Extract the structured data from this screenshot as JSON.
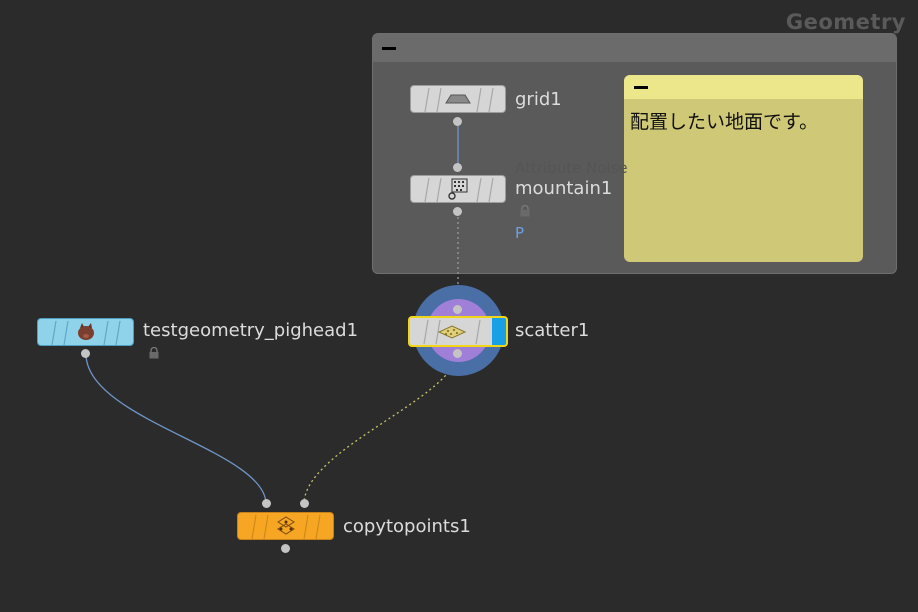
{
  "context_label": "Geometry",
  "network_box": {
    "collapsed": false
  },
  "sticky_note": {
    "text": "配置したい地面です。",
    "color": "#ece78b"
  },
  "nodes": {
    "grid": {
      "name": "grid1",
      "icon": "grid-plane-icon"
    },
    "mountain": {
      "name": "mountain1",
      "comment": "Attribute Noise",
      "flag": "P",
      "icon": "noise-icon",
      "locked": true
    },
    "scatter": {
      "name": "scatter1",
      "icon": "scatter-icon",
      "selected": true,
      "display_flag": true
    },
    "pighead": {
      "name": "testgeometry_pighead1",
      "icon": "pighead-icon",
      "locked": true
    },
    "copytopoints": {
      "name": "copytopoints1",
      "icon": "copy-to-points-icon"
    }
  },
  "colors": {
    "background": "#2b2b2b",
    "node_default": "#d6d6d6",
    "node_blue": "#8fd3ea",
    "node_orange": "#f6a623",
    "selection": "#f1d617",
    "display_flag": "#17a0e6",
    "wire": "#6f95c8"
  }
}
